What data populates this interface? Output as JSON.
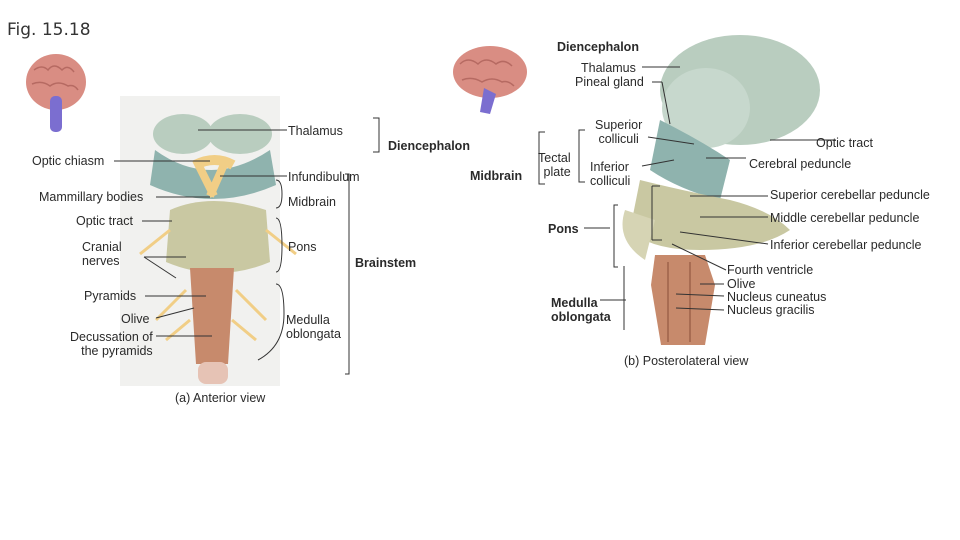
{
  "figure": {
    "title": "Fig. 15.18"
  },
  "anterior": {
    "caption": "(a) Anterior view",
    "labels": {
      "thalamus": "Thalamus",
      "optic_chiasm": "Optic chiasm",
      "infundibulum": "Infundibulum",
      "mammillary_bodies": "Mammillary bodies",
      "midbrain": "Midbrain",
      "optic_tract": "Optic tract",
      "cranial_nerves": "Cranial\nnerves",
      "pons": "Pons",
      "pyramids": "Pyramids",
      "olive": "Olive",
      "decussation": "Decussation of\nthe pyramids",
      "medulla": "Medulla\noblongata"
    },
    "groups": {
      "diencephalon": "Diencephalon",
      "brainstem": "Brainstem"
    }
  },
  "posterolateral": {
    "caption": "(b) Posterolateral view",
    "labels": {
      "diencephalon": "Diencephalon",
      "thalamus": "Thalamus",
      "pineal_gland": "Pineal gland",
      "superior_colliculi": "Superior\ncolliculi",
      "tectal_plate": "Tectal\nplate",
      "midbrain": "Midbrain",
      "inferior_colliculi": "Inferior\ncolliculi",
      "optic_tract": "Optic tract",
      "cerebral_peduncle": "Cerebral peduncle",
      "superior_cerebellar_peduncle": "Superior cerebellar peduncle",
      "middle_cerebellar_peduncle": "Middle cerebellar peduncle",
      "pons": "Pons",
      "inferior_cerebellar_peduncle": "Inferior cerebellar peduncle",
      "fourth_ventricle": "Fourth ventricle",
      "olive": "Olive",
      "nucleus_cuneatus": "Nucleus cuneatus",
      "nucleus_gracilis": "Nucleus gracilis",
      "medulla": "Medulla\noblongata"
    }
  },
  "colors": {
    "thalamus": "#b9cdbf",
    "peduncle_blue": "#8fb3ae",
    "pons": "#c9c8a2",
    "medulla": "#c78a6c",
    "nerve": "#f1ce86",
    "brain_pink": "#d98d83",
    "brainstem_icon": "#7b6ed0"
  }
}
